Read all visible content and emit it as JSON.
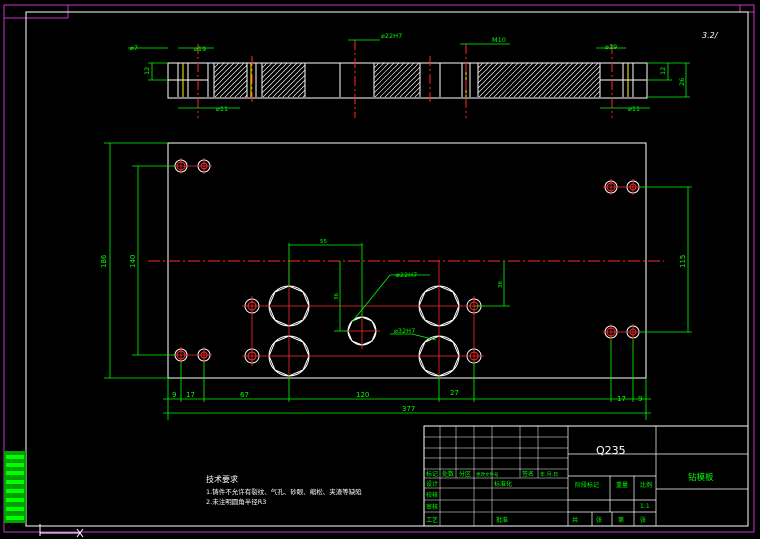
{
  "colors": {
    "background": "#000000",
    "frame": "#cc33cc",
    "outline": "#ffffff",
    "dimension": "#00ff00",
    "center": "#ff2a2a",
    "yellow": "#ffff00",
    "hatch": "#ffffff"
  },
  "section_labels": {
    "d7": "⌀7",
    "d19_left": "⌀19",
    "d22h7_top": "⌀22H7",
    "m10": "M10",
    "d19_right": "⌀19",
    "d11_left": "⌀11",
    "d11_right": "⌀11",
    "h12_left": "12",
    "h12_right": "12",
    "h26": "26"
  },
  "plan_labels": {
    "h186": "186",
    "h140": "140",
    "h115": "115",
    "d55": "55",
    "d36_left": "36",
    "d36_right": "36",
    "d22h7": "⌀22H7",
    "d32h7": "⌀32H7",
    "b9": "9",
    "b17": "17",
    "b67": "67",
    "b120": "120",
    "b27": "27",
    "b17r": "17",
    "b9r": "9",
    "b377": "377"
  },
  "corner_mark": "3.2/",
  "tech_req": {
    "title": "技术要求",
    "line1": "1.铸件不允许有裂纹、气孔、砂眼、缩松、夹渣等缺陷",
    "line2": "2.未注明圆角半径R3"
  },
  "title_block": {
    "material": "Q235",
    "part_name": "钻模板",
    "row_headers": [
      "标记",
      "处数",
      "分区",
      "更改文件号",
      "签名",
      "年.月.日"
    ],
    "design": "设计",
    "standard": "标准化",
    "stage_mark": "阶段标记",
    "weight": "重量",
    "scale": "比例",
    "scale_value": "1:1",
    "review": "审核",
    "process": "工艺",
    "approve": "批准",
    "total": "共",
    "sheet": "张",
    "page": "第",
    "sheet2": "张",
    "check": "校核"
  }
}
